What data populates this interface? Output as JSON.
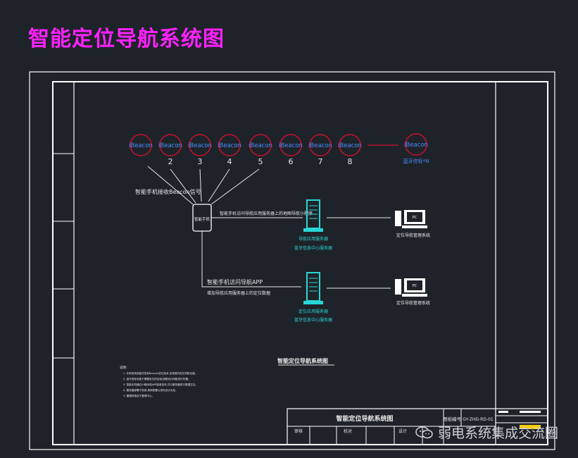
{
  "page_title": "智能定位导航系统图",
  "colors": {
    "background": "#1e2329",
    "title": "#ff22ff",
    "frame": "#ffffff",
    "beacon_circle": "#c8102e",
    "beacon_text": "#4a8cff",
    "server": "#29d6d6",
    "line": "#e8e8e8"
  },
  "beacons": {
    "label": "iBeacon",
    "numbers": [
      "",
      "2",
      "3",
      "4",
      "5",
      "6",
      "7",
      "8"
    ],
    "last_caption": "蓝牙信标*N"
  },
  "phone": {
    "label": "智能手机",
    "receive_caption": "智能手机接收Beacon信号"
  },
  "link_top_caption": "智能手机访问导航应用服务器上的地图导航小程序",
  "link_bottom": {
    "caption_1": "智能手机访问导航APP",
    "caption_2": "增加导航应用服务器上的定位数据"
  },
  "server_top": {
    "caption_1": "导航应用服务器",
    "caption_2": "蓝牙信息中心服务器"
  },
  "server_bottom": {
    "caption_1": "定位应用服务器",
    "caption_2": "蓝牙信息中心服务器"
  },
  "pc_top": {
    "caption": "定位导航管理系统"
  },
  "pc_bottom": {
    "caption": "定位导航管理系统"
  },
  "drawing_caption": "智能定位导航系统图",
  "notes": {
    "heading": "说明:",
    "lines": [
      "1. 本系统采用蓝牙信标Beacon定位技术,实现室内定位导航功能。",
      "2. 蓝牙信标安装于需要定位的区域,按照设计间距进行布置。",
      "3. 智能手机通过小程序或APP接收信号,并与服务器进行数据交互。",
      "4. 服务器部署于机房,具体配置以深化设计为准。",
      "5. 管理终端设于管理中心。"
    ]
  },
  "title_block": {
    "drawing_name": "智能定位导航系统图",
    "drawing_no_label": "图纸编号",
    "drawing_no": "GY-ZHD-RD-01",
    "row_labels": [
      "审核",
      "校对",
      "设计"
    ]
  },
  "watermark": "弱电系统集成交流圈"
}
